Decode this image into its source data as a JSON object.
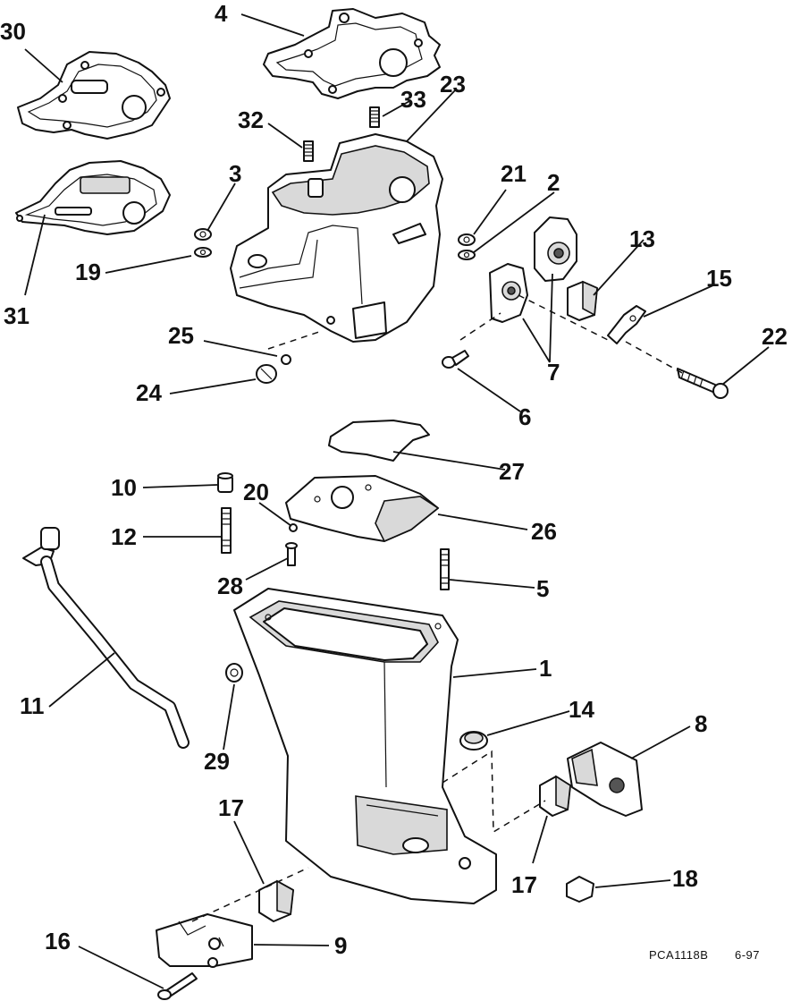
{
  "labels": {
    "l1": "1",
    "l2": "2",
    "l3": "3",
    "l4": "4",
    "l5": "5",
    "l6": "6",
    "l7": "7",
    "l8": "8",
    "l9": "9",
    "l10": "10",
    "l11": "11",
    "l12": "12",
    "l13": "13",
    "l14": "14",
    "l15": "15",
    "l16": "16",
    "l17a": "17",
    "l17b": "17",
    "l18": "18",
    "l19": "19",
    "l20": "20",
    "l21": "21",
    "l22": "22",
    "l23": "23",
    "l24": "24",
    "l25": "25",
    "l26": "26",
    "l27": "27",
    "l28": "28",
    "l29": "29",
    "l30": "30",
    "l31": "31",
    "l32": "32",
    "l33": "33"
  },
  "caption": {
    "code": "PCA1118B",
    "date": "6-97"
  }
}
